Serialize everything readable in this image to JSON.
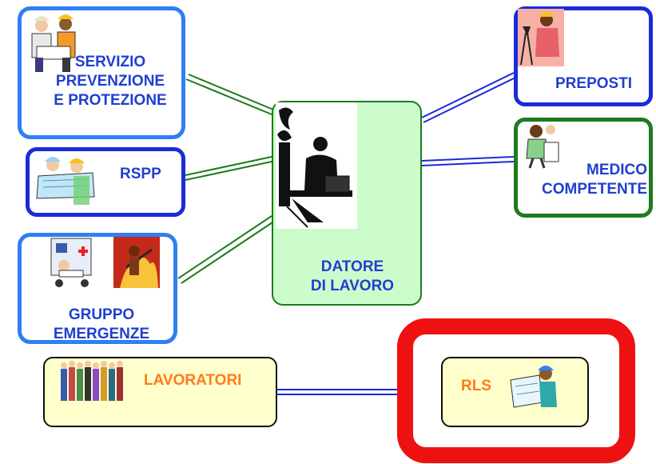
{
  "nodes": {
    "servizio": {
      "text": "SERVIZIO\nPREVENZIONE\nE PROTEZIONE",
      "icon": "workers-reading-plans-icon"
    },
    "rspp": {
      "text": "RSPP",
      "icon": "engineers-with-blueprint-icon"
    },
    "gruppo": {
      "text": "GRUPPO\nEMERGENZE",
      "icons": [
        "ambulance-icon",
        "firefighter-icon"
      ]
    },
    "datore": {
      "text": "DATORE\nDI LAVORO",
      "icon": "manager-at-desk-icon"
    },
    "preposti": {
      "text": "PREPOSTI",
      "icon": "surveyor-icon"
    },
    "medico": {
      "text": "MEDICO\nCOMPETENTE",
      "icon": "doctor-icon"
    },
    "lavoratori": {
      "text": "LAVORATORI",
      "icon": "group-of-workers-icon"
    },
    "rls": {
      "text": "RLS",
      "icon": "worker-with-plan-icon"
    }
  },
  "colors": {
    "blue": "#1f3fd0",
    "border_blue": "#1a2bd8",
    "border_light_blue": "#2f7ff2",
    "green": "#1e7a1e",
    "light_green": "#ccfccc",
    "light_yellow": "#ffffcc",
    "orange": "#ff7b1a",
    "red": "#ee1111"
  },
  "edges": [
    {
      "from": "servizio",
      "to": "datore"
    },
    {
      "from": "rspp",
      "to": "datore"
    },
    {
      "from": "gruppo",
      "to": "datore"
    },
    {
      "from": "datore",
      "to": "preposti"
    },
    {
      "from": "datore",
      "to": "medico"
    },
    {
      "from": "lavoratori",
      "to": "rls"
    }
  ]
}
